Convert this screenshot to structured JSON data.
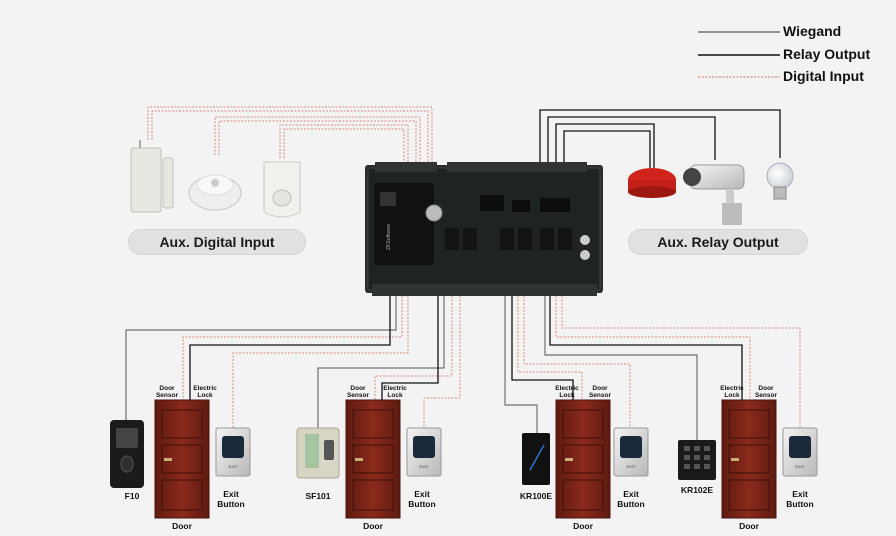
{
  "legend": {
    "wiegand": "Wiegand",
    "relay_output": "Relay Output",
    "digital_input": "Digital Input"
  },
  "sections": {
    "aux_digital_input": "Aux. Digital Input",
    "aux_relay_output": "Aux. Relay Output"
  },
  "colors": {
    "wiegand": "#707070",
    "relay": "#111111",
    "digital": "#d98a7e",
    "door": "#7a2015",
    "pcb": "#2a2d2c"
  },
  "doors": [
    {
      "reader": "F10",
      "sensor_label": "Door\nSensor",
      "lock_label": "Electric\nLock",
      "exit_label": "Exit\nButton",
      "door_label": "Door"
    },
    {
      "reader": "SF101",
      "sensor_label": "Door\nSensor",
      "lock_label": "Electric\nLock",
      "exit_label": "Exit\nButton",
      "door_label": "Door"
    },
    {
      "reader": "KR100E",
      "sensor_label": "Door\nSensor",
      "lock_label": "Electric\nLock",
      "exit_label": "Exit\nButton",
      "door_label": "Door"
    },
    {
      "reader": "KR102E",
      "sensor_label": "Door\nSensor",
      "lock_label": "Electric\nLock",
      "exit_label": "Exit\nButton",
      "door_label": "Door"
    }
  ]
}
